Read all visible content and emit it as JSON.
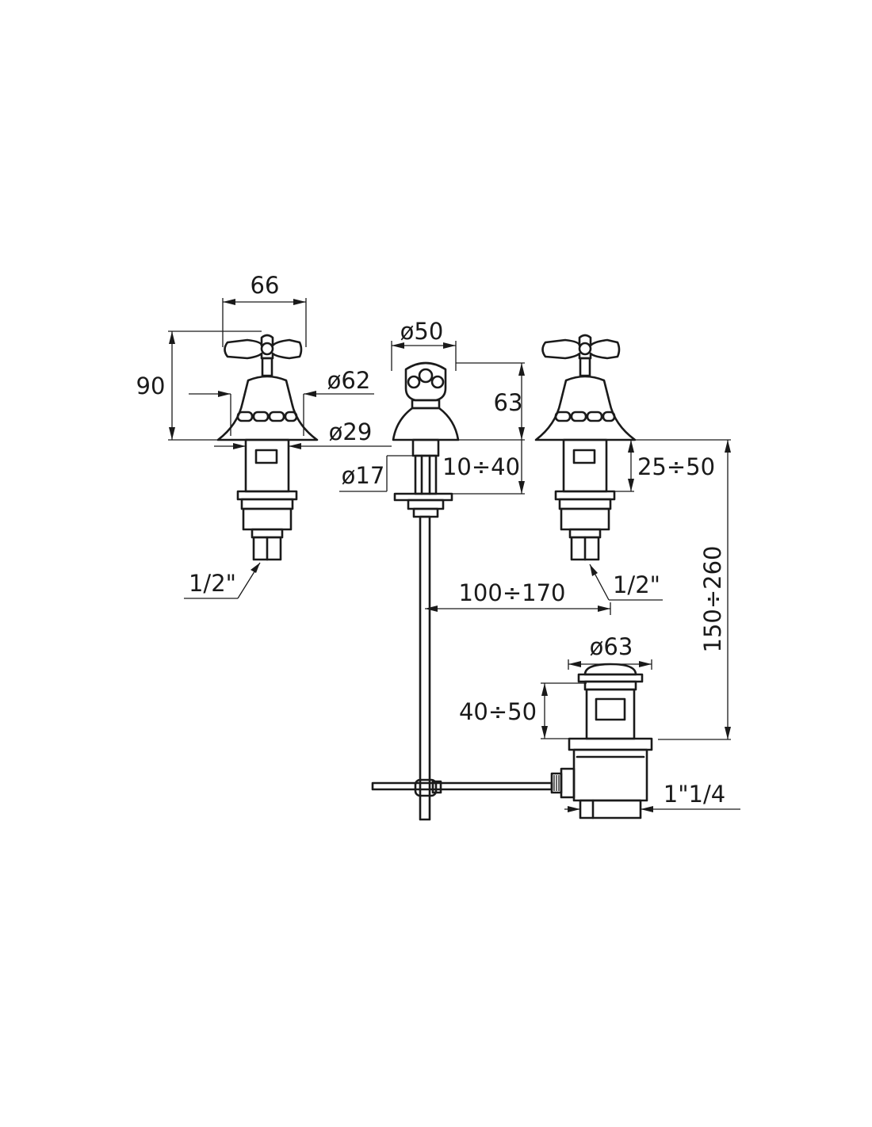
{
  "dimensions": {
    "handle_width": "66",
    "tap_height": "90",
    "flange_diameter": "ø62",
    "body_diameter": "ø29",
    "spout_diameter": "ø50",
    "spout_height": "63",
    "rod_diameter": "ø17",
    "spout_deck_range": "10÷40",
    "tap_deck_range": "25÷50",
    "left_connection": "1/2\"",
    "right_connection": "1/2\"",
    "rod_distance": "100÷170",
    "total_height": "150÷260",
    "waste_diameter": "ø63",
    "waste_range": "40÷50",
    "waste_thread": "1\"1/4"
  }
}
